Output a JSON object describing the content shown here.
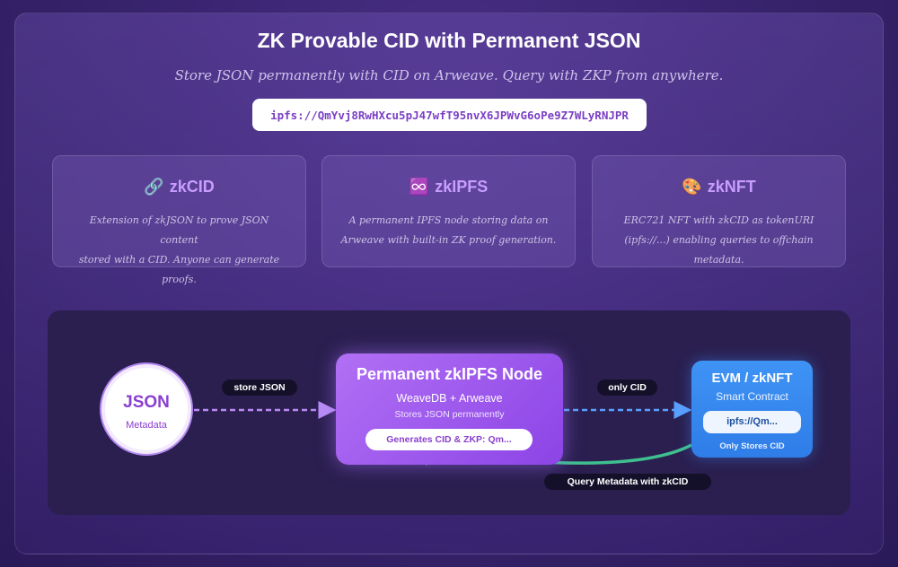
{
  "header": {
    "title": "ZK Provable CID with Permanent JSON",
    "subtitle": "Store JSON permanently with CID on Arweave. Query with ZKP from anywhere.",
    "cid": "ipfs://QmYvj8RwHXcu5pJ47wfT95nvX6JPWvG6oPe9Z7WLyRNJPR"
  },
  "cards": [
    {
      "icon": "🔗",
      "icon_name": "link-icon",
      "title": "zkCID",
      "desc_line1": "Extension of zkJSON to prove JSON content",
      "desc_line2": "stored with a CID. Anyone can generate proofs."
    },
    {
      "icon": "♾️",
      "icon_name": "infinity-icon",
      "title": "zkIPFS",
      "desc_line1": "A permanent IPFS node storing data on",
      "desc_line2": "Arweave with built-in ZK proof generation."
    },
    {
      "icon": "🎨",
      "icon_name": "palette-icon",
      "title": "zkNFT",
      "desc_line1": "ERC721 NFT with zkCID as tokenURI",
      "desc_line2": "(ipfs://...) enabling queries to offchain metadata."
    }
  ],
  "diagram": {
    "json_node": {
      "title": "JSON",
      "subtitle": "Metadata"
    },
    "ipfs_node": {
      "title": "Permanent zkIPFS Node",
      "line1": "WeaveDB + Arweave",
      "line2": "Stores JSON permanently",
      "pill": "Generates CID & ZKP: Qm..."
    },
    "evm_node": {
      "title": "EVM / zkNFT",
      "subtitle": "Smart Contract",
      "pill": "ipfs://Qm...",
      "footer": "Only Stores CID"
    },
    "edges": {
      "store": "store JSON",
      "only_cid": "only CID",
      "query": "Query Metadata with zkCID"
    }
  },
  "colors": {
    "accent_purple": "#8c44e6",
    "accent_blue": "#2f7de8",
    "query_green": "#3fbf8f",
    "card_title": "#c99cff"
  }
}
